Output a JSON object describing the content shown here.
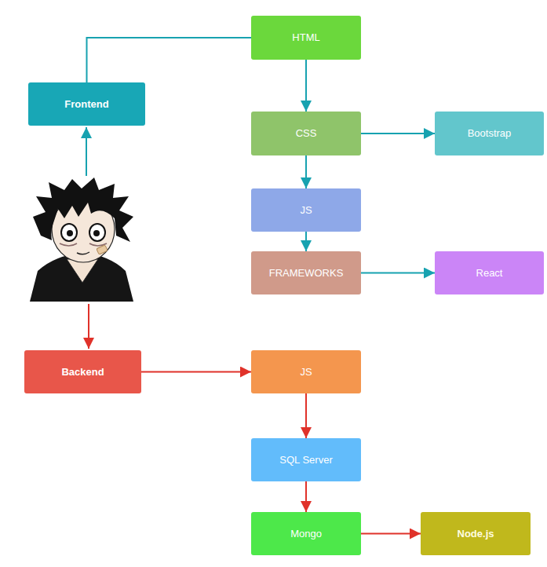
{
  "diagram": {
    "nodes": [
      {
        "text": [
          "HTML"
        ]
      },
      {
        "text": [
          "Frontend"
        ]
      },
      {
        "text": [
          "CSS"
        ]
      },
      {
        "text": [
          "Bootstrap"
        ]
      },
      {
        "text": [
          "JS"
        ]
      },
      {
        "text": [
          "FRAMEWORKS"
        ]
      },
      {
        "text": [
          "React"
        ]
      },
      {
        "text": [
          "Backend"
        ]
      },
      {
        "text": [
          "JS"
        ]
      },
      {
        "text": [
          "SQL Server"
        ]
      },
      {
        "text": [
          "Mongo"
        ]
      },
      {
        "text": [
          "Node.js"
        ]
      }
    ],
    "edges": [
      {
        "from": 1,
        "to": 0,
        "arrow": "none"
      },
      {
        "from": 0,
        "to": 2,
        "arrow": "to"
      },
      {
        "from": 2,
        "to": 3,
        "arrow": "to"
      },
      {
        "from": 2,
        "to": 4,
        "arrow": "to"
      },
      {
        "from": 4,
        "to": 5,
        "arrow": "to"
      },
      {
        "from": 5,
        "to": 6,
        "arrow": "to"
      },
      {
        "from": 7,
        "to": 8,
        "arrow": "to"
      },
      {
        "from": 8,
        "to": 9,
        "arrow": "to"
      },
      {
        "from": 9,
        "to": 10,
        "arrow": "to"
      },
      {
        "from": 10,
        "to": 11,
        "arrow": "to"
      }
    ]
  }
}
